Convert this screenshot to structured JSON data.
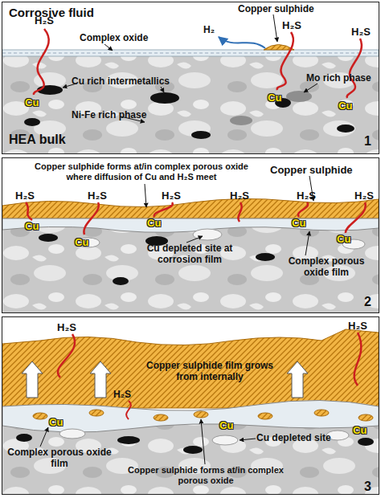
{
  "diagram": {
    "nodes": [
      {
        "text": [
          "Corrosive fluid",
          "Copper sulphide",
          "H₂S",
          "H₂S",
          "H₂S",
          "Complex oxide",
          "H₂",
          "Cu",
          "Cu rich intermetallics",
          "Ni-Fe rich phase",
          "Cu",
          "Mo rich phase",
          "Cu",
          "HEA bulk",
          "1"
        ]
      },
      {
        "text": [
          "Copper sulphide forms at/in complex porous oxide where diffusion of Cu and H₂S meet",
          "Copper sulphide",
          "H₂S",
          "H₂S",
          "H₂S",
          "H₂S",
          "H₂S",
          "H₂S",
          "Cu",
          "Cu",
          "Cu",
          "Cu",
          "Cu",
          "Cu depleted site at corrosion film",
          "Complex porous oxide film",
          "2"
        ]
      },
      {
        "text": [
          "H₂S",
          "H₂S",
          "Copper sulphide film grows from internally",
          "H₂S",
          "Cu",
          "Cu",
          "Cu",
          "Cu depleted site",
          "Complex porous oxide film",
          "Copper sulphide forms at/in complex porous oxide",
          "3"
        ]
      }
    ]
  }
}
